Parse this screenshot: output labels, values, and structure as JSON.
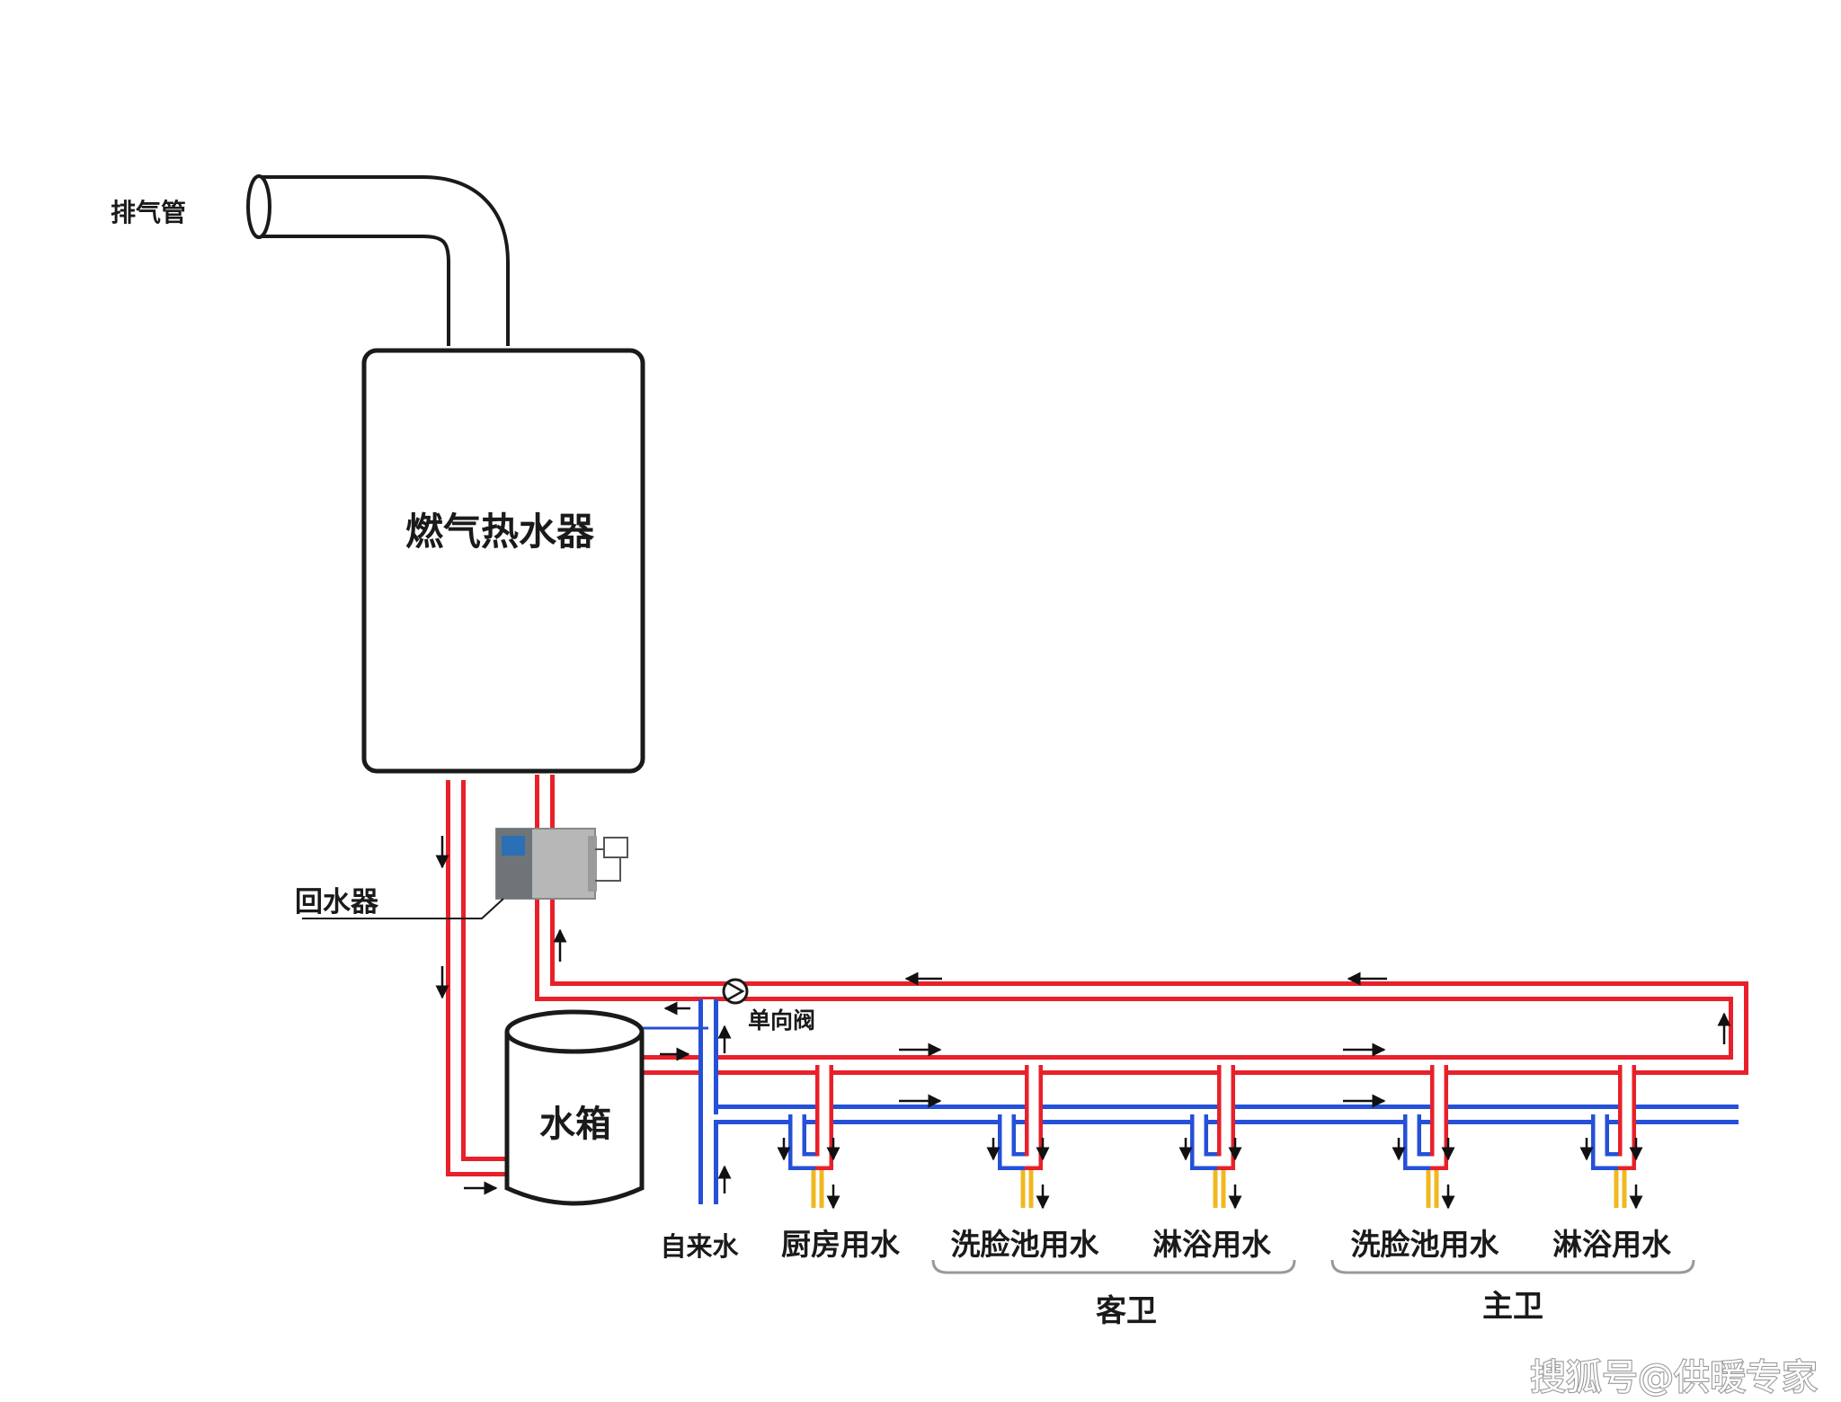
{
  "labels": {
    "exhaust_pipe": "排气管",
    "heater": "燃气热水器",
    "return_device": "回水器",
    "tank": "水箱",
    "check_valve": "单向阀",
    "tap_water": "自来水",
    "kitchen": "厨房用水",
    "guest_basin": "洗脸池用水",
    "guest_shower": "淋浴用水",
    "master_basin": "洗脸池用水",
    "master_shower": "淋浴用水",
    "guest_bath": "客卫",
    "master_bath": "主卫"
  },
  "watermark": "搜狐号@供暖专家",
  "colors": {
    "hot": "#e8202a",
    "cold": "#2550d8",
    "outlet": "#f0b820",
    "outline": "#1a1a1a"
  }
}
